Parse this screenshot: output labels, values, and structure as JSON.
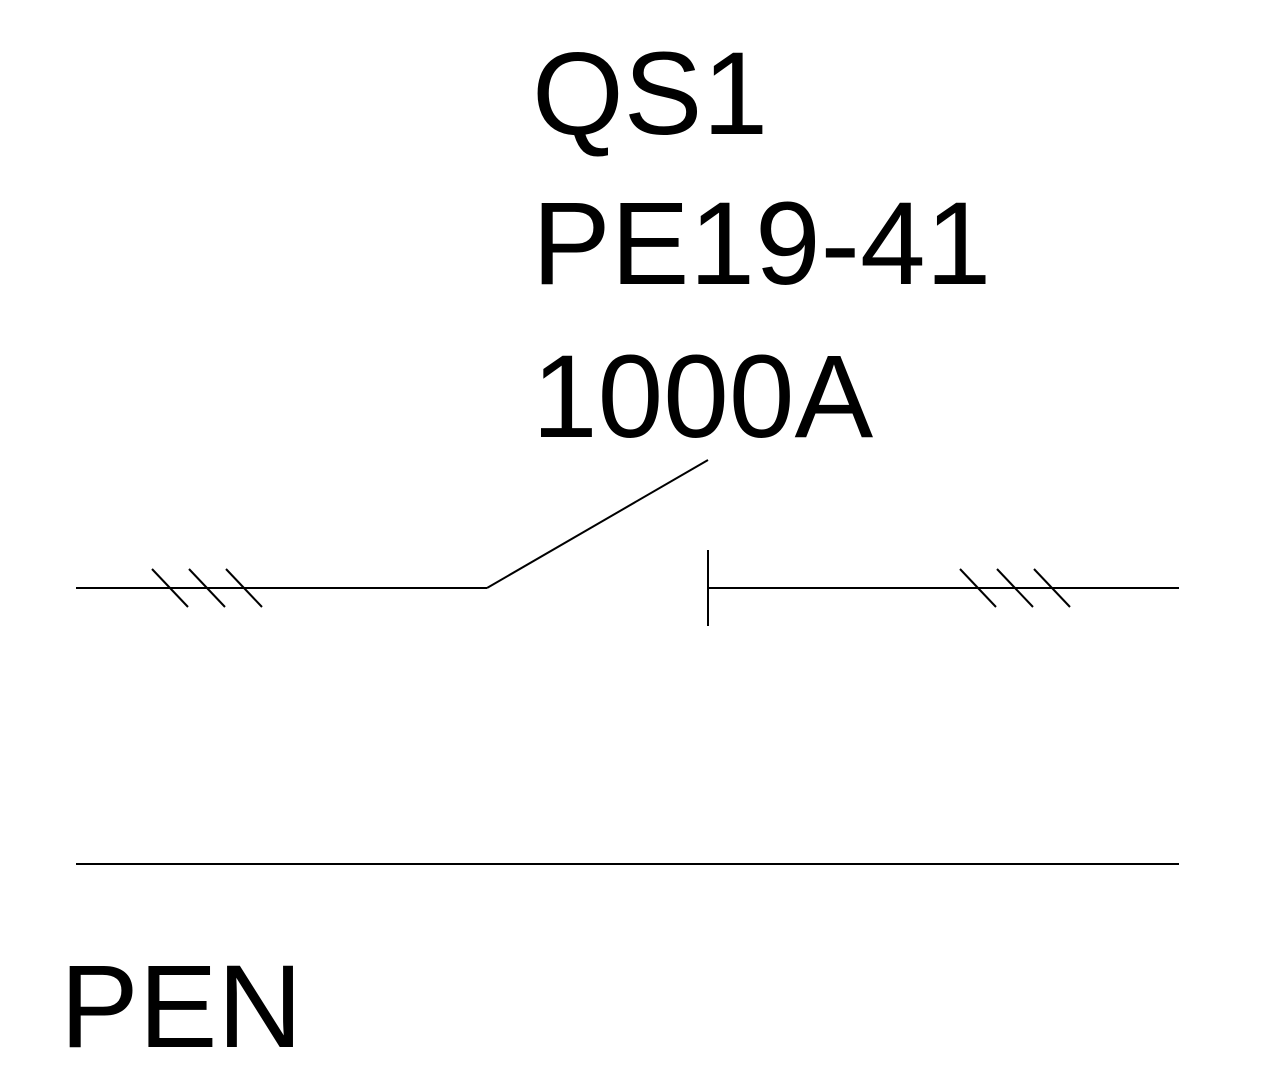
{
  "switch": {
    "designation": "QS1",
    "model": "PE19-41",
    "rating": "1000A",
    "poles": 3,
    "state": "open"
  },
  "conductor": {
    "pen_label": "PEN"
  },
  "colors": {
    "line": "#000000",
    "background": "#ffffff"
  }
}
